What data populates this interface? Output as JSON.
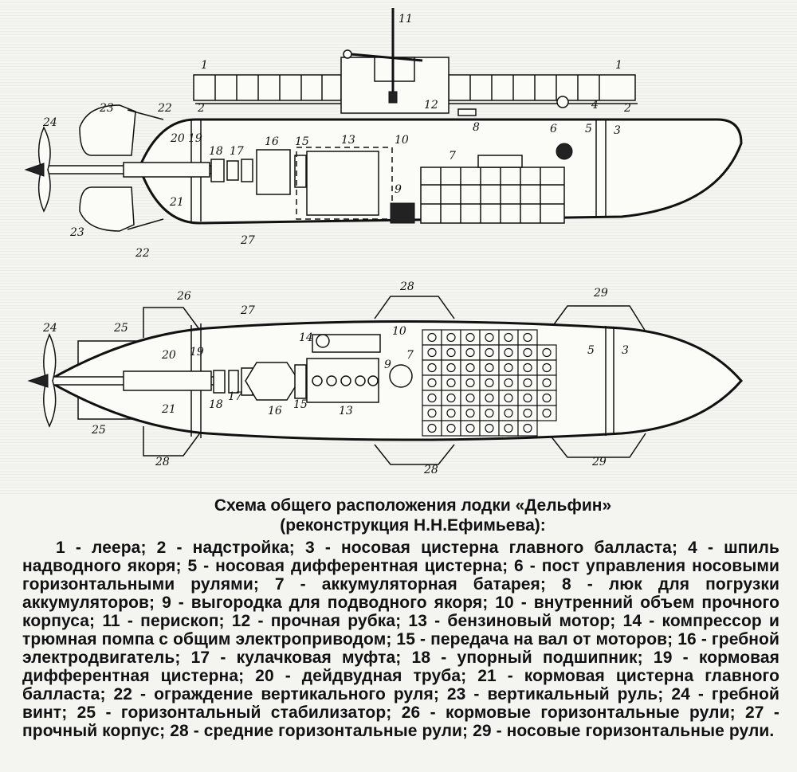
{
  "diagram": {
    "top_labels": {
      "l1a": "1",
      "l1b": "1",
      "l2a": "2",
      "l2b": "2",
      "l3": "3",
      "l4": "4",
      "l5": "5",
      "l6": "6",
      "l7": "7",
      "l8": "8",
      "l9": "9",
      "l10": "10",
      "l11": "11",
      "l12": "12",
      "l13": "13",
      "l15": "15",
      "l16": "16",
      "l17": "17",
      "l18": "18",
      "l19": "19",
      "l20": "20",
      "l21": "21",
      "l22a": "22",
      "l22b": "22",
      "l23a": "23",
      "l23b": "23",
      "l24": "24",
      "l27": "27"
    },
    "bottom_labels": {
      "l3": "3",
      "l5": "5",
      "l7": "7",
      "l9": "9",
      "l10": "10",
      "l13": "13",
      "l14": "14",
      "l15": "15",
      "l16": "16",
      "l17": "17",
      "l18": "18",
      "l19": "19",
      "l20": "20",
      "l21": "21",
      "l24": "24",
      "l25a": "25",
      "l25b": "25",
      "l26": "26",
      "l27": "27",
      "l28a": "28",
      "l28b": "28",
      "l28c": "28",
      "l29a": "29",
      "l29b": "29"
    }
  },
  "caption": {
    "title": "Схема общего расположения лодки «Дельфин»",
    "subtitle": "(реконструкция Н.Н.Ефимьева):",
    "legend": "1 - леера; 2 - надстройка; 3 - носовая цистерна главного балласта; 4 - шпиль надводного якоря; 5 - носовая дифферентная цистерна; 6 - пост управления носовыми горизонтальными рулями; 7 - аккумуляторная батарея; 8 - люк для погрузки аккумуляторов; 9 - выгородка для подводного якоря; 10 - внутренний объем прочного корпуса; 11 - перископ; 12 - прочная рубка; 13 - бензиновый мотор; 14 - компрессор и трюмная помпа с общим электроприводом; 15 - передача на вал от моторов; 16 - гребной электродвигатель; 17 - кулачковая муфта; 18 - упорный подшипник; 19 - кормовая дифферентная цистерна; 20 - дейдвудная труба; 21 - кормовая цистерна главного балласта; 22 - ограждение вертикального руля; 23 - вертикальный руль; 24 - гребной винт; 25 - горизонтальный стабилизатор; 26 - кормовые горизонтальные рули; 27 - прочный корпус; 28 - средние горизонтальные рули; 29 - носовые горизонтальные рули."
  }
}
